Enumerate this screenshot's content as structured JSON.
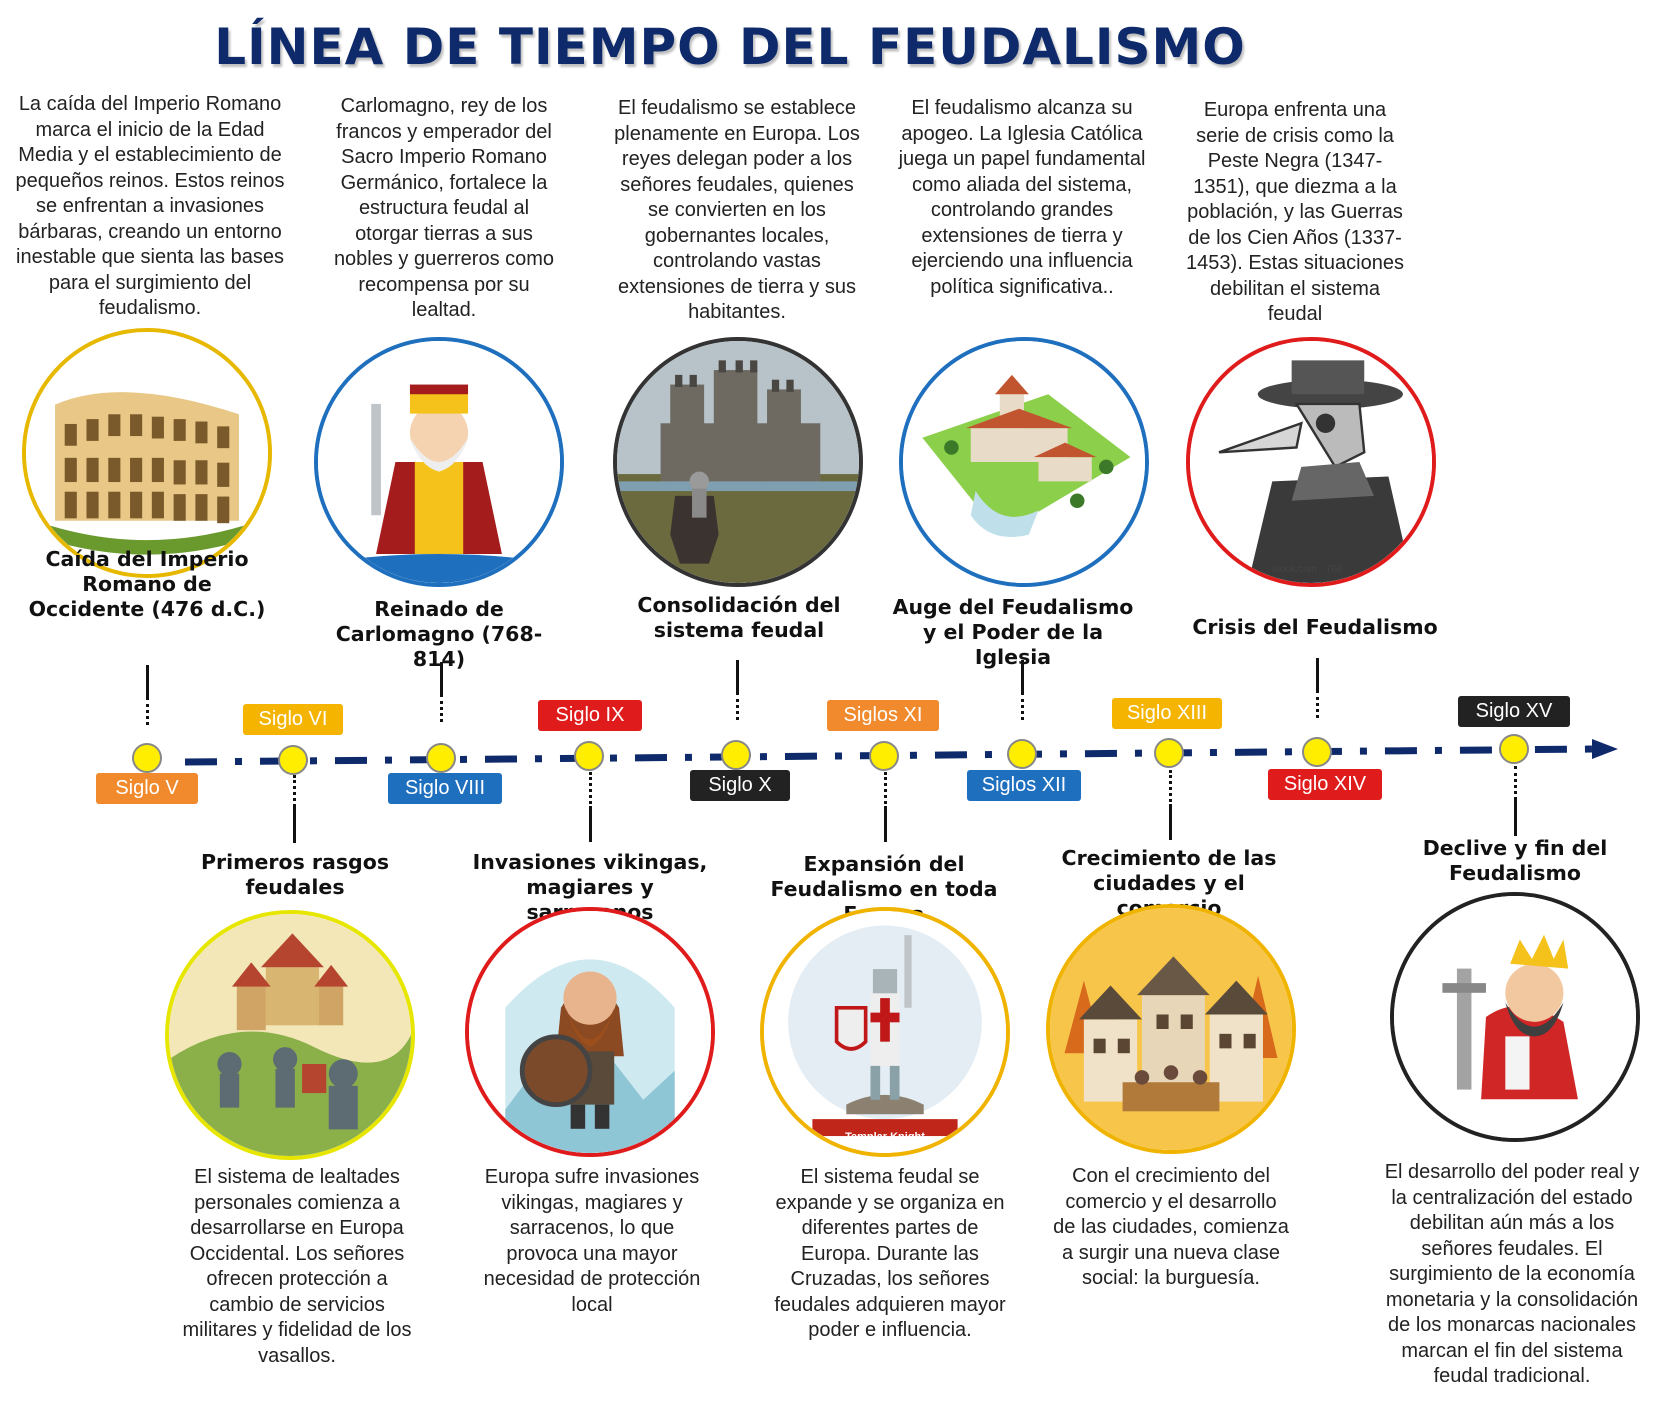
{
  "title": "LÍNEA DE TIEMPO DEL FEUDALISMO",
  "events": [
    {
      "id": "e1",
      "label": "Caída del Imperio Romano de Occidente (476 d.C.)",
      "badge": "Siglo V",
      "badge_color": "#f08a2c",
      "ring_color": "#e6b800",
      "icon": "colosseum-icon",
      "text": "La caída del Imperio Romano marca el inicio de la Edad Media y el establecimiento de pequeños reinos. Estos reinos se enfrentan a invasiones bárbaras, creando un entorno inestable que sienta las bases para el surgimiento del feudalismo."
    },
    {
      "id": "e2",
      "label": "Primeros rasgos feudales",
      "badge": "Siglo VI",
      "badge_color": "#f5b400",
      "ring_color": "#e6e600",
      "icon": "knights-castle-icon",
      "text": "El sistema de lealtades personales comienza a desarrollarse en Europa Occidental. Los señores ofrecen protección a cambio de servicios militares y fidelidad de los vasallos."
    },
    {
      "id": "e3",
      "label": "Reinado de Carlomagno (768-814)",
      "badge": "Siglo VIII",
      "badge_color": "#1f6fbf",
      "ring_color": "#1f6fbf",
      "icon": "emperor-icon",
      "text": "Carlomagno, rey de los francos y emperador del Sacro Imperio Romano Germánico, fortalece la estructura feudal al otorgar tierras a sus nobles y guerreros como recompensa por su lealtad."
    },
    {
      "id": "e4",
      "label": "Invasiones vikingas, magiares y sarracenos",
      "badge": "Siglo IX",
      "badge_color": "#e01b1b",
      "ring_color": "#e01b1b",
      "icon": "viking-icon",
      "text": "Europa sufre invasiones vikingas, magiares y sarracenos, lo que provoca una mayor necesidad de protección local"
    },
    {
      "id": "e5",
      "label": "Consolidación del sistema feudal",
      "badge": "Siglo X",
      "badge_color": "#222222",
      "ring_color": "#333333",
      "icon": "castle-knight-icon",
      "text": "El feudalismo se establece plenamente en Europa. Los reyes delegan poder a los señores feudales, quienes se convierten en los gobernantes locales, controlando vastas extensiones de tierra y sus habitantes."
    },
    {
      "id": "e6",
      "label": "Expansión del Feudalismo en toda Europa",
      "badge": "Siglos XI",
      "badge_color": "#f08a2c",
      "ring_color": "#f0b400",
      "icon": "templar-knight-icon",
      "icon_caption": "Templar Knight",
      "text": "El sistema feudal se expande y se organiza en diferentes partes de Europa. Durante las Cruzadas, los señores feudales adquieren mayor poder e influencia."
    },
    {
      "id": "e7",
      "label": "Auge del Feudalismo y el Poder de la Iglesia",
      "badge": "Siglos XII",
      "badge_color": "#1f6fbf",
      "ring_color": "#1f6fbf",
      "icon": "monastery-icon",
      "text": "El feudalismo alcanza su apogeo. La Iglesia Católica juega un papel fundamental como aliada del sistema, controlando grandes extensiones de tierra y ejerciendo una influencia política significativa.."
    },
    {
      "id": "e8",
      "label": "Crecimiento de las ciudades y el comercio",
      "badge": "Siglo XIII",
      "badge_color": "#f5b400",
      "ring_color": "#f0b400",
      "icon": "medieval-town-icon",
      "text": "Con el crecimiento del comercio y el desarrollo de las ciudades, comienza a surgir una nueva clase social: la burguesía."
    },
    {
      "id": "e9",
      "label": "Crisis del Feudalismo",
      "badge": "Siglo XIV",
      "badge_color": "#e01b1b",
      "ring_color": "#e01b1b",
      "icon": "plague-doctor-icon",
      "icon_caption": "stock.com · 766",
      "text": "Europa enfrenta una serie de crisis como la Peste Negra (1347-1351), que diezma a la población, y las Guerras de los Cien Años (1337-1453). Estas situaciones debilitan el sistema feudal"
    },
    {
      "id": "e10",
      "label": "Declive y fin del Feudalismo",
      "badge": "Siglo XV",
      "badge_color": "#222222",
      "ring_color": "#222222",
      "icon": "king-icon",
      "text": "El desarrollo del poder real y la centralización del estado debilitan aún más a los señores feudales. El surgimiento de la economía monetaria y la consolidación de los monarcas nacionales marcan el fin del sistema feudal tradicional."
    }
  ],
  "colors": {
    "axis": "#0e2a6b",
    "dot": "#ffee00",
    "title": "#0e2a6b"
  }
}
